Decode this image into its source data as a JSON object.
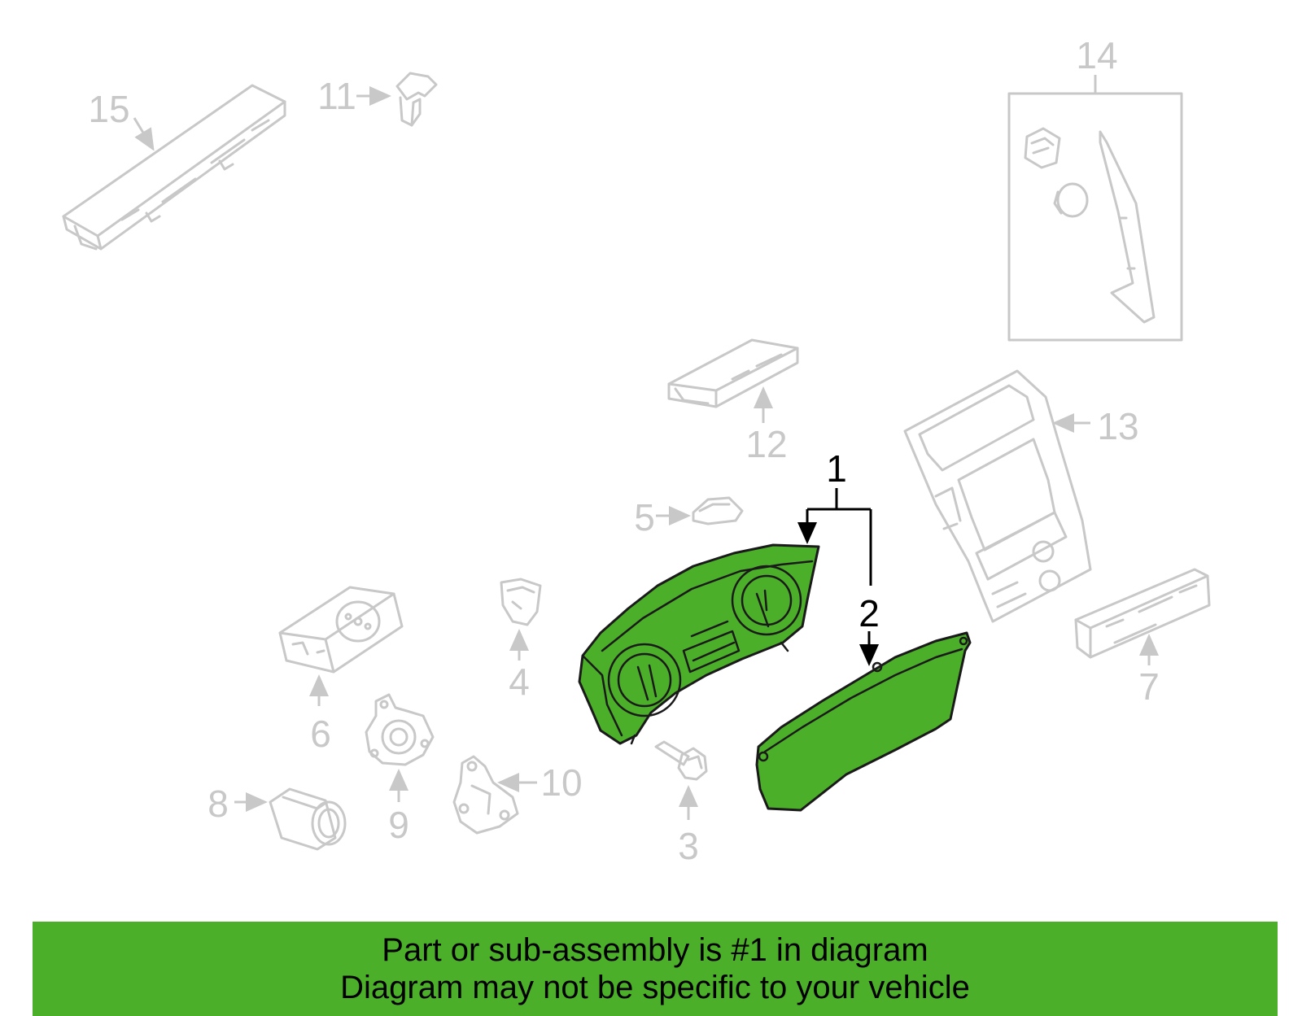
{
  "colors": {
    "highlight": "#4caf2a",
    "banner": "#4caf2a",
    "faded": "#c8c8c8",
    "outline": "#1a1a1a"
  },
  "callouts": [
    {
      "id": "1",
      "label": "1",
      "highlighted": true
    },
    {
      "id": "2",
      "label": "2",
      "highlighted": true
    },
    {
      "id": "3",
      "label": "3",
      "highlighted": false
    },
    {
      "id": "4",
      "label": "4",
      "highlighted": false
    },
    {
      "id": "5",
      "label": "5",
      "highlighted": false
    },
    {
      "id": "6",
      "label": "6",
      "highlighted": false
    },
    {
      "id": "7",
      "label": "7",
      "highlighted": false
    },
    {
      "id": "8",
      "label": "8",
      "highlighted": false
    },
    {
      "id": "9",
      "label": "9",
      "highlighted": false
    },
    {
      "id": "10",
      "label": "10",
      "highlighted": false
    },
    {
      "id": "11",
      "label": "11",
      "highlighted": false
    },
    {
      "id": "12",
      "label": "12",
      "highlighted": false
    },
    {
      "id": "13",
      "label": "13",
      "highlighted": false
    },
    {
      "id": "14",
      "label": "14",
      "highlighted": false
    },
    {
      "id": "15",
      "label": "15",
      "highlighted": false
    }
  ],
  "banner": {
    "line1": "Part or sub-assembly is #1 in diagram",
    "line2": "Diagram may not be specific to your vehicle"
  }
}
